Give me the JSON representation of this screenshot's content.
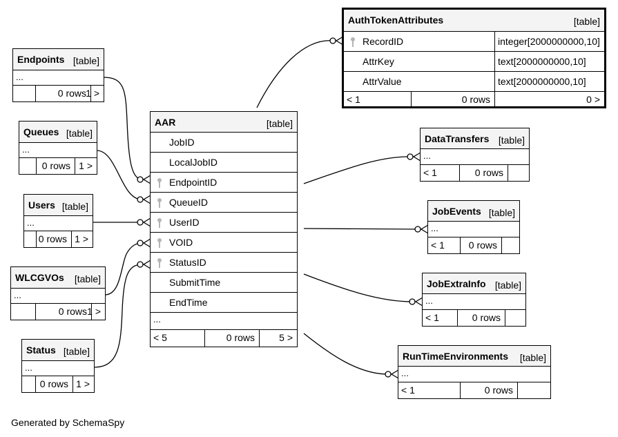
{
  "footer": {
    "text": "Generated by SchemaSpy"
  },
  "tables": {
    "auth": {
      "name": "AuthTokenAttributes",
      "type": "[table]",
      "columns": [
        {
          "name": "RecordID",
          "dtype": "integer[2000000000,10]",
          "key": true
        },
        {
          "name": "AttrKey",
          "dtype": "text[2000000000,10]",
          "key": false
        },
        {
          "name": "AttrValue",
          "dtype": "text[2000000000,10]",
          "key": false
        }
      ],
      "footer": {
        "left": "< 1",
        "mid": "0 rows",
        "right": "0 >"
      }
    },
    "endpoints": {
      "name": "Endpoints",
      "type": "[table]",
      "dots": "...",
      "footer": {
        "left": "",
        "mid": "0 rows",
        "right": "1 >"
      }
    },
    "queues": {
      "name": "Queues",
      "type": "[table]",
      "dots": "...",
      "footer": {
        "left": "",
        "mid": "0 rows",
        "right": "1 >"
      }
    },
    "users": {
      "name": "Users",
      "type": "[table]",
      "dots": "...",
      "footer": {
        "left": "",
        "mid": "0 rows",
        "right": "1 >"
      }
    },
    "wlcgvos": {
      "name": "WLCGVOs",
      "type": "[table]",
      "dots": "...",
      "footer": {
        "left": "",
        "mid": "0 rows",
        "right": "1 >"
      }
    },
    "status": {
      "name": "Status",
      "type": "[table]",
      "dots": "...",
      "footer": {
        "left": "",
        "mid": "0 rows",
        "right": "1 >"
      }
    },
    "aar": {
      "name": "AAR",
      "type": "[table]",
      "columns": [
        {
          "name": "JobID",
          "key": false
        },
        {
          "name": "LocalJobID",
          "key": false
        },
        {
          "name": "EndpointID",
          "key": true
        },
        {
          "name": "QueueID",
          "key": true
        },
        {
          "name": "UserID",
          "key": true
        },
        {
          "name": "VOID",
          "key": true
        },
        {
          "name": "StatusID",
          "key": true
        },
        {
          "name": "SubmitTime",
          "key": false
        },
        {
          "name": "EndTime",
          "key": false
        }
      ],
      "dots": "...",
      "footer": {
        "left": "< 5",
        "mid": "0 rows",
        "right": "5 >"
      }
    },
    "datatransfers": {
      "name": "DataTransfers",
      "type": "[table]",
      "dots": "...",
      "footer": {
        "left": "< 1",
        "mid": "0 rows",
        "right": ""
      }
    },
    "jobevents": {
      "name": "JobEvents",
      "type": "[table]",
      "dots": "...",
      "footer": {
        "left": "< 1",
        "mid": "0 rows",
        "right": ""
      }
    },
    "jobextrainfo": {
      "name": "JobExtraInfo",
      "type": "[table]",
      "dots": "...",
      "footer": {
        "left": "< 1",
        "mid": "0 rows",
        "right": ""
      }
    },
    "runtimeenv": {
      "name": "RunTimeEnvironments",
      "type": "[table]",
      "dots": "...",
      "footer": {
        "left": "< 1",
        "mid": "0 rows",
        "right": ""
      }
    }
  },
  "relationships": [
    {
      "from": "Endpoints",
      "to": "AAR.EndpointID"
    },
    {
      "from": "Queues",
      "to": "AAR.QueueID"
    },
    {
      "from": "Users",
      "to": "AAR.UserID"
    },
    {
      "from": "WLCGVOs",
      "to": "AAR.VOID"
    },
    {
      "from": "Status",
      "to": "AAR.StatusID"
    },
    {
      "from": "AAR",
      "to": "AuthTokenAttributes.RecordID"
    },
    {
      "from": "AAR",
      "to": "DataTransfers"
    },
    {
      "from": "AAR",
      "to": "JobEvents"
    },
    {
      "from": "AAR",
      "to": "JobExtraInfo"
    },
    {
      "from": "AAR",
      "to": "RunTimeEnvironments"
    }
  ]
}
